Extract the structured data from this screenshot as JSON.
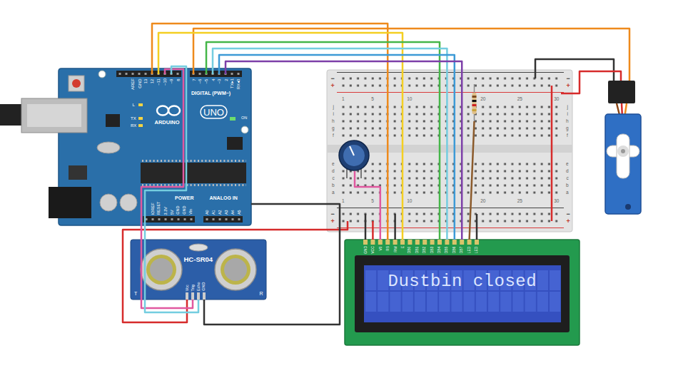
{
  "diagram": {
    "nodes": [
      {
        "text": [
          "DIGITAL (PWM~)",
          "UNO",
          "ARDUINO",
          "ON",
          "POWER",
          "ANALOG IN"
        ]
      },
      {
        "text": [
          "HC-SR04"
        ]
      },
      {
        "text": [
          "Dustbin closed"
        ]
      }
    ],
    "edges": [
      {
        "from": 0,
        "to": 2,
        "arrow": "none"
      },
      {
        "from": 0,
        "to": 2,
        "arrow": "none"
      },
      {
        "from": 0,
        "to": 2,
        "arrow": "none"
      },
      {
        "from": 0,
        "to": 2,
        "arrow": "none"
      },
      {
        "from": 0,
        "to": 2,
        "arrow": "none"
      },
      {
        "from": 0,
        "to": 2,
        "arrow": "none"
      },
      {
        "from": 0,
        "to": 1,
        "arrow": "none"
      },
      {
        "from": 0,
        "to": 1,
        "arrow": "none"
      },
      {
        "from": 0,
        "to": 1,
        "arrow": "none"
      }
    ],
    "labels": [
      "AREF",
      "GND",
      "13",
      "12",
      "~11",
      "~10",
      "~9",
      "8",
      "7",
      "~6",
      "~5",
      "4",
      "~3",
      "2",
      "TX▸1",
      "RX◂0",
      "L",
      "TX",
      "RX",
      "IOREF",
      "RESET",
      "3.3V",
      "5V",
      "GND",
      "GND",
      "Vin",
      "A0",
      "A1",
      "A2",
      "A3",
      "A4",
      "A5",
      "Vcc",
      "Trig",
      "Echo",
      "GND",
      "T",
      "R",
      "GND",
      "VCC",
      "V0",
      "RS",
      "RW",
      "E",
      "DB0",
      "DB1",
      "DB2",
      "DB3",
      "DB4",
      "DB5",
      "DB6",
      "DB7",
      "LED",
      "LED",
      "1",
      "5",
      "10",
      "20",
      "25",
      "30",
      "1",
      "5",
      "10",
      "20",
      "25",
      "30",
      "j",
      "i",
      "h",
      "g",
      "f",
      "e",
      "d",
      "c",
      "b",
      "a",
      "j",
      "i",
      "h",
      "g",
      "f",
      "e",
      "d",
      "c",
      "b",
      "a",
      "−",
      "+",
      "−",
      "+",
      "−",
      "+",
      "−",
      "+"
    ]
  }
}
